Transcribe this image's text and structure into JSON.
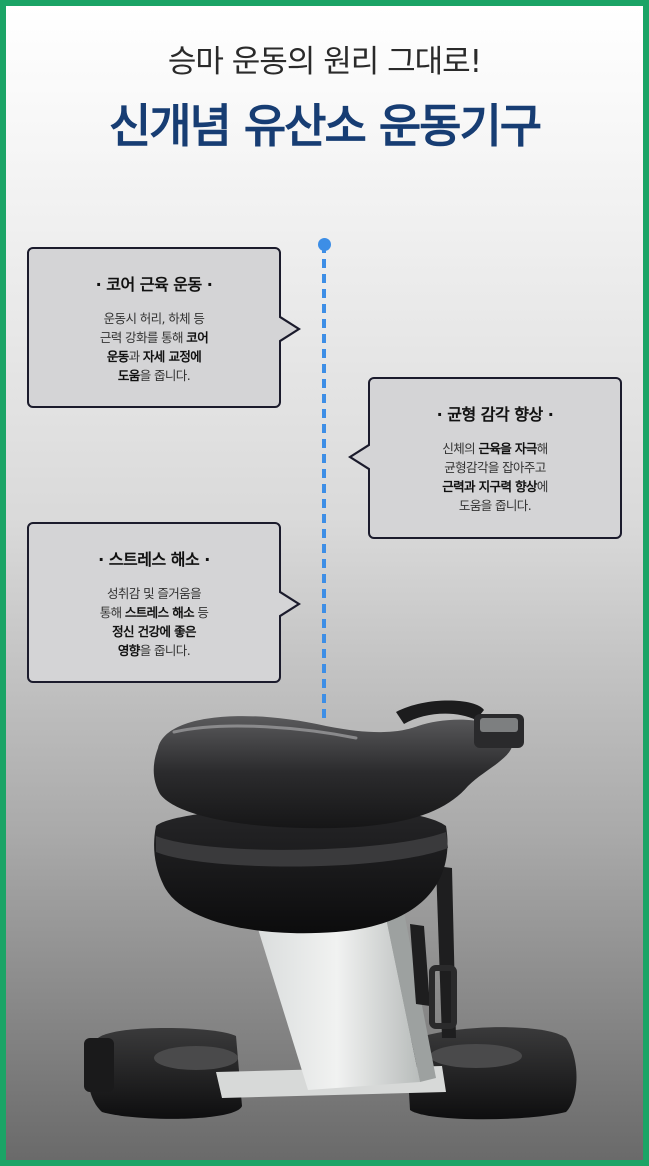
{
  "header": {
    "subtitle": "승마 운동의 원리 그대로!",
    "title": "신개념 유산소 운동기구"
  },
  "bubbles": [
    {
      "title": "· 코어 근육 운동 ·",
      "lines": [
        [
          {
            "t": "운동시 허리, 하체 등",
            "b": false
          }
        ],
        [
          {
            "t": "근력 강화를 통해 ",
            "b": false
          },
          {
            "t": "코어",
            "b": true
          }
        ],
        [
          {
            "t": "운동",
            "b": true
          },
          {
            "t": "과 ",
            "b": false
          },
          {
            "t": "자세 교정에",
            "b": true
          }
        ],
        [
          {
            "t": "도움",
            "b": true
          },
          {
            "t": "을 줍니다.",
            "b": false
          }
        ]
      ]
    },
    {
      "title": "· 균형 감각 향상 ·",
      "lines": [
        [
          {
            "t": "신체의 ",
            "b": false
          },
          {
            "t": "근육을 자극",
            "b": true
          },
          {
            "t": "해",
            "b": false
          }
        ],
        [
          {
            "t": "균형감각을 잡아주고",
            "b": false
          }
        ],
        [
          {
            "t": "근력과 지구력 향상",
            "b": true
          },
          {
            "t": "에",
            "b": false
          }
        ],
        [
          {
            "t": "도움을 줍니다.",
            "b": false
          }
        ]
      ]
    },
    {
      "title": "· 스트레스 해소 ·",
      "lines": [
        [
          {
            "t": "성취감 및 즐거움을",
            "b": false
          }
        ],
        [
          {
            "t": "통해 ",
            "b": false
          },
          {
            "t": "스트레스 해소",
            "b": true
          },
          {
            "t": " 등",
            "b": false
          }
        ],
        [
          {
            "t": "정신 건강에 좋은",
            "b": true
          }
        ],
        [
          {
            "t": "영향",
            "b": true
          },
          {
            "t": "을 줍니다.",
            "b": false
          }
        ]
      ]
    }
  ],
  "colors": {
    "border": "#1ba466",
    "title": "#173d73",
    "timeline": "#3d8ee6",
    "bubble_fill": "#d4d4d6",
    "bubble_stroke": "#1b1b2c"
  },
  "icons": {
    "timeline_marker": "dot"
  }
}
